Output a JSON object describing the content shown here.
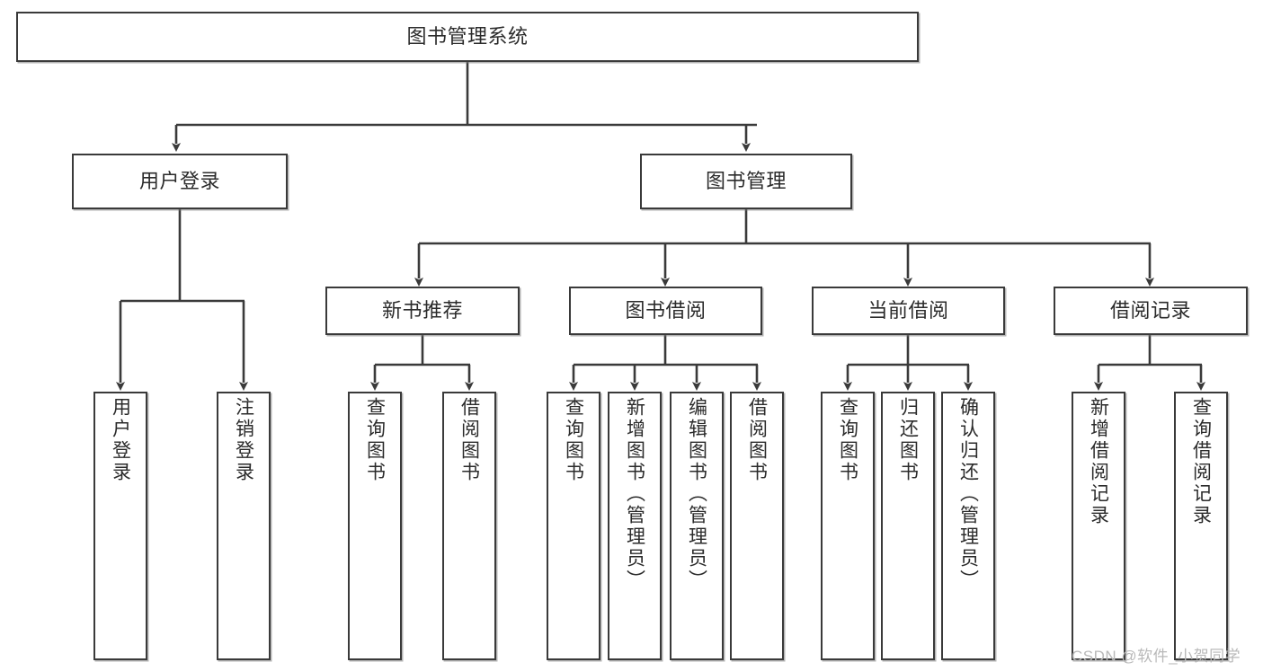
{
  "diagram": {
    "type": "hierarchy-tree",
    "title": "图书管理系统",
    "watermark": "CSDN @软件_小贺同学",
    "nodes": {
      "root": {
        "label": "图书管理系统"
      },
      "level2": [
        {
          "id": "user-login",
          "label": "用户登录"
        },
        {
          "id": "book-management",
          "label": "图书管理"
        }
      ],
      "level3": [
        {
          "id": "new-book-recommend",
          "label": "新书推荐"
        },
        {
          "id": "book-borrow",
          "label": "图书借阅"
        },
        {
          "id": "current-borrow",
          "label": "当前借阅"
        },
        {
          "id": "borrow-record",
          "label": "借阅记录"
        }
      ],
      "leaves": {
        "user-login": [
          {
            "id": "leaf-user-login",
            "label": "用户登录"
          },
          {
            "id": "leaf-logout-login",
            "label": "注销登录"
          }
        ],
        "new-book-recommend": [
          {
            "id": "leaf-query-book-1",
            "label": "查询图书"
          },
          {
            "id": "leaf-borrow-book-1",
            "label": "借阅图书"
          }
        ],
        "book-borrow": [
          {
            "id": "leaf-query-book-2",
            "label": "查询图书"
          },
          {
            "id": "leaf-add-book",
            "label": "新增图书（管理员）"
          },
          {
            "id": "leaf-edit-book",
            "label": "编辑图书（管理员）"
          },
          {
            "id": "leaf-borrow-book-2",
            "label": "借阅图书"
          }
        ],
        "current-borrow": [
          {
            "id": "leaf-query-book-3",
            "label": "查询图书"
          },
          {
            "id": "leaf-return-book",
            "label": "归还图书"
          },
          {
            "id": "leaf-confirm-return",
            "label": "确认归还（管理员）"
          }
        ],
        "borrow-record": [
          {
            "id": "leaf-add-record",
            "label": "新增借阅记录"
          },
          {
            "id": "leaf-query-record",
            "label": "查询借阅记录"
          }
        ]
      }
    },
    "colors": {
      "stroke": "#3a3a3a",
      "fill": "#ffffff",
      "text": "#2b2b2b",
      "watermark": "#b9b9b9"
    }
  }
}
